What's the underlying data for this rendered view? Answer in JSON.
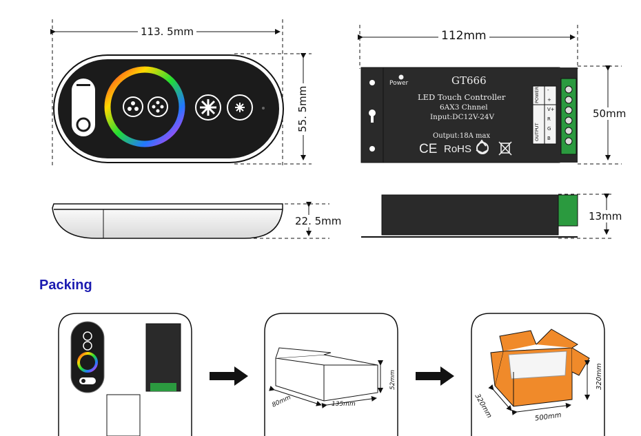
{
  "dimensions": {
    "remote_width": "113. 5mm",
    "remote_height": "55. 5mm",
    "remote_depth": "22. 5mm",
    "controller_width": "112mm",
    "controller_height": "50mm",
    "controller_depth": "13mm"
  },
  "controller": {
    "power_label": "Power",
    "model": "GT666",
    "line1": "LED Touch Controller",
    "line2": "6AX3 Chnnel",
    "line3": "Input:DC12V-24V",
    "line4": "Output:18A max",
    "ce": "CE",
    "rohs": "RoHS",
    "recycle_icon": "recycle-icon",
    "weee_icon": "weee-bin-icon",
    "power_terminal": "POWER",
    "output_terminal": "OUTPUT",
    "terminal_pins": [
      "B",
      "G",
      "R",
      "V+",
      "+",
      "-"
    ]
  },
  "packing": {
    "title": "Packing",
    "box_small": {
      "length": "135mm",
      "width": "80mm",
      "height": "52mm"
    },
    "box_large": {
      "length": "500mm",
      "width": "320mm",
      "height": "320mm"
    },
    "arrow_icon": "right-arrow-icon"
  }
}
